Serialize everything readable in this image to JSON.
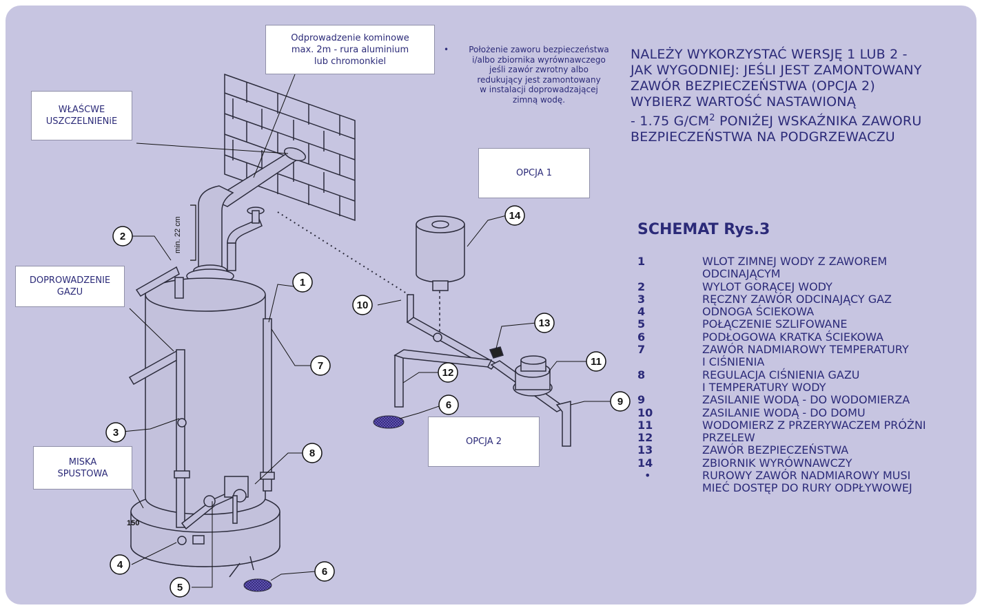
{
  "boxes": {
    "chimney": [
      "Odprowadzenie kominowe",
      "max. 2m - rura aluminium",
      "lub chromonkiel"
    ],
    "seal": [
      "WŁAŚCWE",
      "USZCZELNIENiE"
    ],
    "gas": [
      "DOPROWADZENIE",
      "GAZU"
    ],
    "drain_pan": [
      "MISKA",
      "SPUSTOWA"
    ],
    "option1": "OPCJA 1",
    "option2": "OPCJA 2"
  },
  "note": {
    "bullet": "•",
    "lines": [
      "Położenie zaworu bezpieczeństwa",
      "i/albo zbiornika wyrównawczego",
      "jeśli zawór zwrotny albo",
      "redukujący jest zamontowany",
      "w instalacji doprowadzającej",
      "zimną wodę."
    ]
  },
  "instruction": {
    "lines": [
      "NALEŻY WYKORZYSTAĆ WERSJĘ 1 LUB 2 -",
      "JAK WYGODNIEJ: JEŚLI JEST ZAMONTOWANY",
      "ZAWÓR BEZPIECZEŃSTWA (OPCJA 2)",
      "WYBIERZ WARTOŚĆ NASTAWIONĄ"
    ],
    "line5_pre": "- 1.75 G/CM",
    "line5_sup": "2",
    "line5_post": " PONIŻEJ WSKAŹNIKA ZAWORU",
    "line6": "BEZPIECZEŃSTWA NA PODGRZEWACZU"
  },
  "legend": {
    "title": "SCHEMAT Rys.3",
    "items": [
      {
        "num": "1",
        "lines": [
          "WLOT ZIMNEJ WODY Z ZAWOREM",
          "ODCINAJĄCYM"
        ]
      },
      {
        "num": "2",
        "lines": [
          "WYLOT GORĄCEJ WODY"
        ]
      },
      {
        "num": "3",
        "lines": [
          "RĘCZNY ZAWÓR ODCINAJĄCY GAZ"
        ]
      },
      {
        "num": "4",
        "lines": [
          "ODNOGA ŚCIEKOWA"
        ]
      },
      {
        "num": "5",
        "lines": [
          "POŁĄCZENIE SZLIFOWANE"
        ]
      },
      {
        "num": "6",
        "lines": [
          "PODŁOGOWA KRATKA ŚCIEKOWA"
        ]
      },
      {
        "num": "7",
        "lines": [
          "ZAWÓR NADMIAROWY TEMPERATURY",
          "I CIŚNIENIA"
        ]
      },
      {
        "num": "8",
        "lines": [
          "REGULACJA CIŚNIENIA GAZU",
          "I TEMPERATURY WODY"
        ]
      },
      {
        "num": "9",
        "lines": [
          "ZASILANIE WODĄ - DO WODOMIERZA"
        ]
      },
      {
        "num": "10",
        "lines": [
          "ZASILANIE WODĄ - DO DOMU"
        ]
      },
      {
        "num": "11",
        "lines": [
          "WODOMIERZ Z PRZERYWACZEM PRÓŻNI"
        ]
      },
      {
        "num": "12",
        "lines": [
          "PRZELEW"
        ]
      },
      {
        "num": "13",
        "lines": [
          "ZAWÓR BEZPIECZEŃSTWA"
        ]
      },
      {
        "num": "14",
        "lines": [
          "ZBIORNIK WYRÓWNAWCZY"
        ]
      },
      {
        "num": "•",
        "lines": [
          "RUROWY ZAWÓR NADMIAROWY MUSI",
          "MIEĆ DOSTĘP DO RURY ODPŁYWOWEJ"
        ]
      }
    ]
  },
  "diagram": {
    "clearance_label": "min. 22 cm",
    "base_dimension": "150",
    "callouts": [
      "1",
      "2",
      "3",
      "4",
      "5",
      "6",
      "6",
      "7",
      "8",
      "9",
      "10",
      "11",
      "12",
      "13",
      "14"
    ]
  },
  "colors": {
    "panel": "#c7c5e1",
    "text": "#2b2a78",
    "tank": "#c3c1dc",
    "brick_line": "#2a2a3a",
    "drain_grate": "#4a3aa0"
  }
}
